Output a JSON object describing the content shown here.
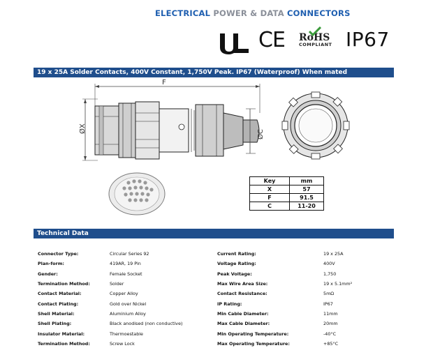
{
  "header": {
    "title_part1": "ELECTRICAL",
    "title_part2": "POWER & DATA",
    "title_part3": "CONNECTORS"
  },
  "certifications": {
    "ul_mark": "UL",
    "ce_mark": "CE",
    "rohs_word": "RoHS",
    "rohs_sub": "COMPLIANT",
    "ip_rating": "IP67",
    "rohs_check_color": "#3a9a3a"
  },
  "product_bar": {
    "text": "19 x 25A Solder Contacts, 400V Constant, 1,750V Peak. IP67 (Waterproof) When mated"
  },
  "drawing": {
    "label_f": "F",
    "label_x": "ØX",
    "label_c": "ØC"
  },
  "dimensions": {
    "header": [
      "Key",
      "mm"
    ],
    "rows": [
      [
        "X",
        "57"
      ],
      [
        "F",
        "91.5"
      ],
      [
        "C",
        "11-20"
      ]
    ]
  },
  "technical_bar": {
    "text": "Technical Data"
  },
  "specs_left": [
    {
      "label": "Connector Type:",
      "value": "Circular Series 92"
    },
    {
      "label": "Plan-form:",
      "value": "419AR, 19 Pin"
    },
    {
      "label": "Gender:",
      "value": "Female Socket"
    },
    {
      "label": "Termination Method:",
      "value": "Solder"
    },
    {
      "label": "Contact Material:",
      "value": "Copper Alloy"
    },
    {
      "label": "Contact Plating:",
      "value": "Gold over Nickel"
    },
    {
      "label": "Shell Material:",
      "value": "Aluminium Alloy"
    },
    {
      "label": "Shell Plating:",
      "value": "Black anodised (non conductive)"
    },
    {
      "label": "Insulator Material:",
      "value": "Thermoestable"
    },
    {
      "label": "Termination Method:",
      "value": "Screw Lock"
    }
  ],
  "specs_right": [
    {
      "label": "Current Rating:",
      "value": "19 x 25A"
    },
    {
      "label": "Voltage Rating:",
      "value": "400V"
    },
    {
      "label": "Peak Voltage:",
      "value": "1,750"
    },
    {
      "label": "Max Wire Area Size:",
      "value": "19 x 5.1mm²"
    },
    {
      "label": "Contact Resistance:",
      "value": "5mΩ"
    },
    {
      "label": "IP Rating:",
      "value": "IP67"
    },
    {
      "label": "Min Cable Diameter:",
      "value": "11mm"
    },
    {
      "label": "Max Cable Diameter:",
      "value": "20mm"
    },
    {
      "label": "Min Operating Temperature:",
      "value": "-40°C"
    },
    {
      "label": "Max Operating Temperature:",
      "value": "+85°C"
    }
  ]
}
